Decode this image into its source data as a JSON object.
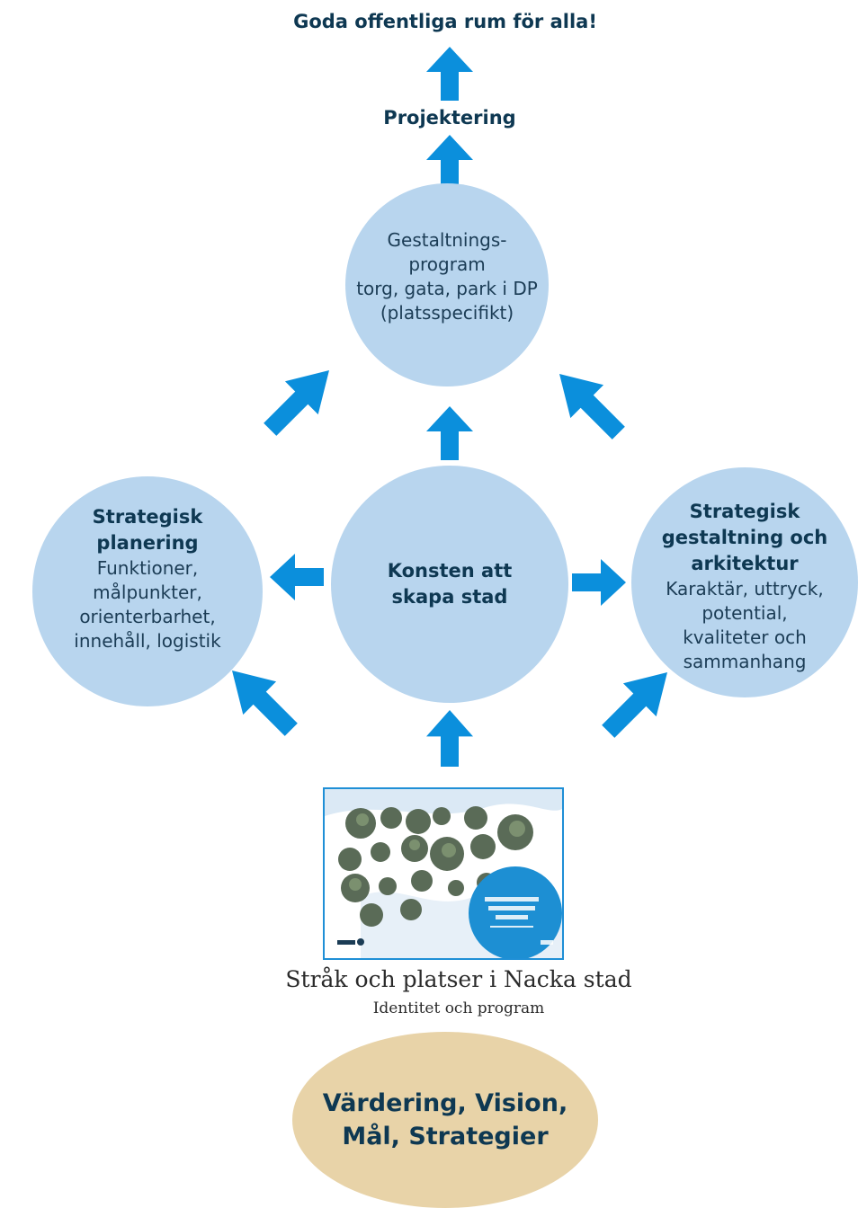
{
  "top": {
    "goal": "Goda offentliga rum för alla!",
    "projektering": "Projektering"
  },
  "circles": {
    "gestaltningsprogram": {
      "lines": [
        "Gestaltnings-",
        "program",
        "torg, gata, park i DP",
        "(platsspecifikt)"
      ]
    },
    "strategisk_planering": {
      "title_lines": [
        "Strategisk",
        "planering"
      ],
      "lines": [
        "Funktioner,",
        "målpunkter,",
        "orienterbarhet,",
        "innehåll, logistik"
      ]
    },
    "konsten": {
      "title_lines": [
        "Konsten att",
        "skapa stad"
      ]
    },
    "strategisk_gestaltning": {
      "title_lines": [
        "Strategisk",
        "gestaltning och",
        "arkitektur"
      ],
      "lines": [
        "Karaktär, uttryck,",
        "potential,",
        "kvaliteter och",
        "sammanhang"
      ]
    }
  },
  "document": {
    "title": "Stråk och platser i Nacka stad",
    "subtitle": "Identitet och program"
  },
  "base": {
    "lines": [
      "Värdering, Vision,",
      "Mål, Strategier"
    ]
  },
  "colors": {
    "arrow": "#0b8fdc",
    "circle": "#b8d5ee",
    "ellipse": "#e8d3a8",
    "text": "#0e3852"
  }
}
